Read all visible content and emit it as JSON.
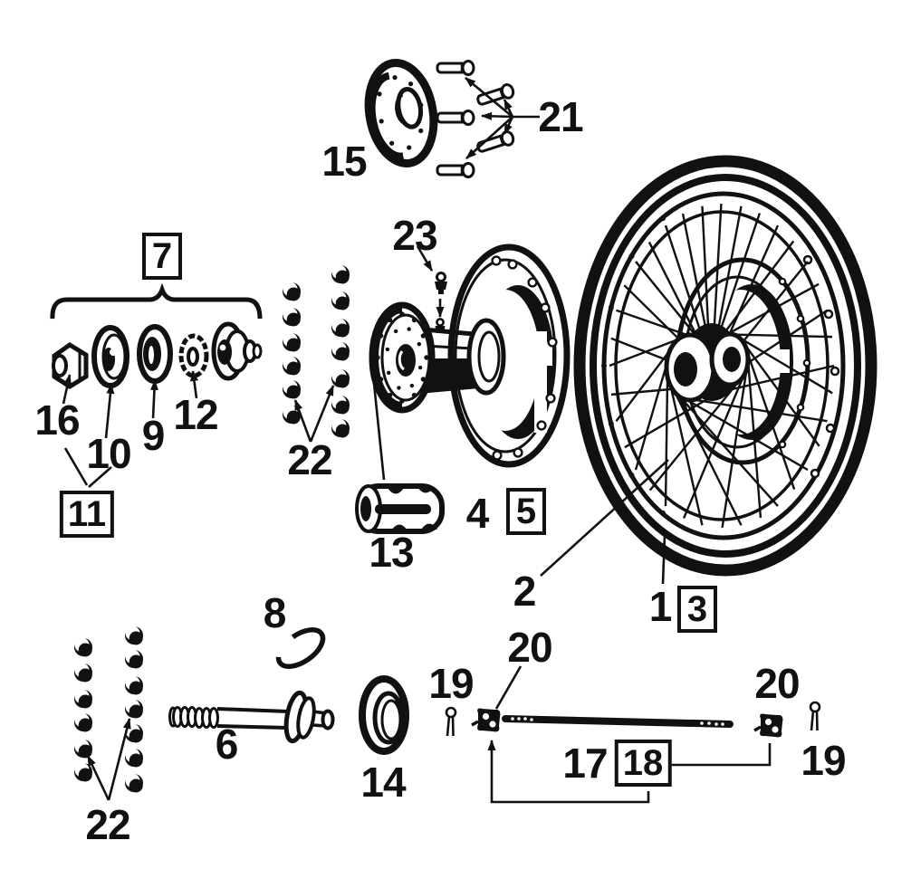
{
  "diagram": {
    "subject": "Motorcycle spoke wheel and hub exploded parts diagram",
    "style": "black-and-white line art",
    "ink": "#111111",
    "paper": "#ffffff"
  },
  "labels": {
    "p1": "1",
    "p2": "2",
    "p3": "3",
    "p4": "4",
    "p5": "5",
    "p6": "6",
    "p7": "7",
    "p8": "8",
    "p9": "9",
    "p10": "10",
    "p11": "11",
    "p12": "12",
    "p13": "13",
    "p14": "14",
    "p15": "15",
    "p16": "16",
    "p17": "17",
    "p18": "18",
    "p19": "19",
    "p20": "20",
    "p21": "21",
    "p22": "22",
    "p23": "23"
  },
  "boxed_part_numbers": [
    "3",
    "5",
    "7",
    "11",
    "18"
  ]
}
